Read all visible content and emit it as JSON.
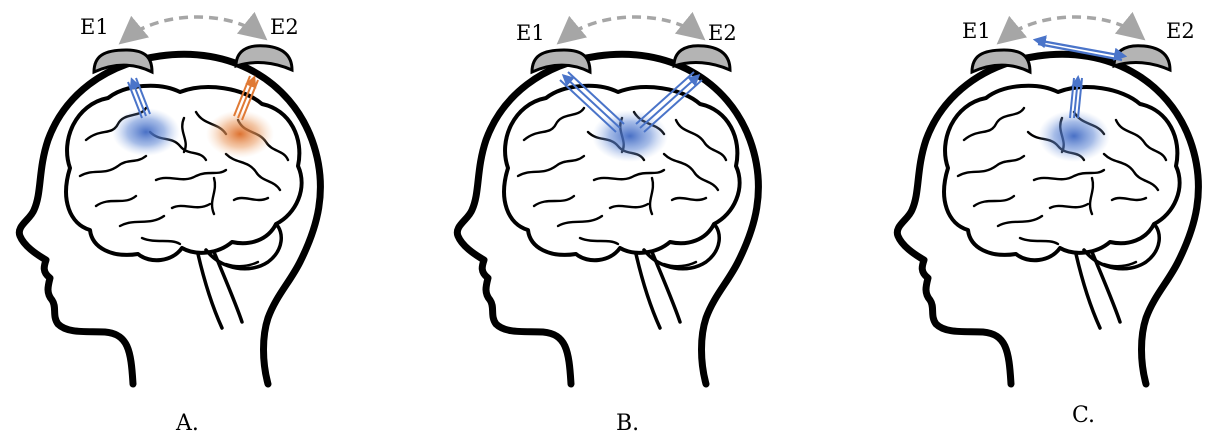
{
  "panels": [
    {
      "caption": "A.",
      "electrode_left": "E1",
      "electrode_right": "E2"
    },
    {
      "caption": "B.",
      "electrode_left": "E1",
      "electrode_right": "E2"
    },
    {
      "caption": "C.",
      "electrode_left": "E1",
      "electrode_right": "E2"
    }
  ],
  "colors": {
    "outline": "#000000",
    "electrode_fill": "#b4b4b4",
    "link_arrow": "#a6a6a6",
    "source_blue": "#4a74c9",
    "source_orange": "#e07a35"
  }
}
